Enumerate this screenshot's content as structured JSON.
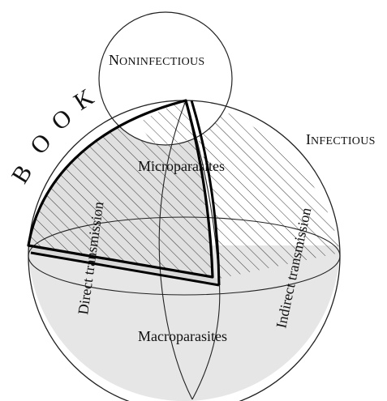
{
  "diagram": {
    "title_letters": [
      "B",
      "O",
      "O",
      "K"
    ],
    "noninfectious": {
      "first": "N",
      "rest": "ONINFECTIOUS"
    },
    "infectious": {
      "first": "I",
      "rest": "NFECTIOUS"
    },
    "regions": {
      "microparasites": "Microparasites",
      "macroparasites": "Macroparasites"
    },
    "axes": {
      "direct": "Direct transmission",
      "indirect": "Indirect transmission"
    }
  }
}
